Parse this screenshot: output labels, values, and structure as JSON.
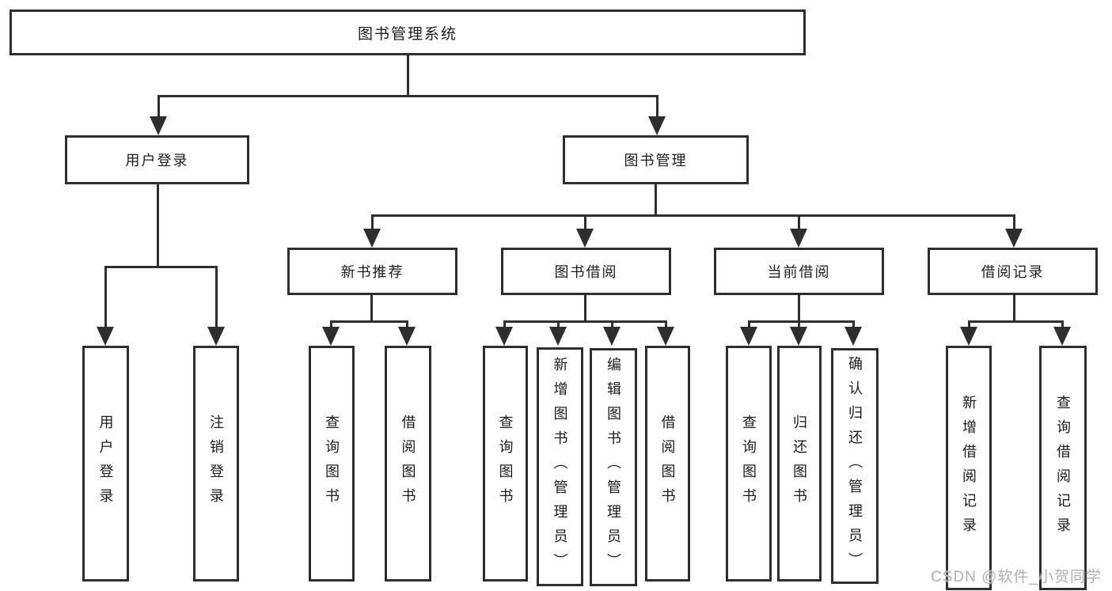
{
  "tree": {
    "root": {
      "label": "图书管理系统"
    },
    "branches": [
      {
        "label": "用户登录",
        "children": [
          {
            "label": "用户登录"
          },
          {
            "label": "注销登录"
          }
        ]
      },
      {
        "label": "图书管理",
        "children": [
          {
            "label": "新书推荐",
            "children": [
              {
                "label": "查询图书"
              },
              {
                "label": "借阅图书"
              }
            ]
          },
          {
            "label": "图书借阅",
            "children": [
              {
                "label": "查询图书"
              },
              {
                "label": "新增图书（管理员）"
              },
              {
                "label": "编辑图书（管理员）"
              },
              {
                "label": "借阅图书"
              }
            ]
          },
          {
            "label": "当前借阅",
            "children": [
              {
                "label": "查询图书"
              },
              {
                "label": "归还图书"
              },
              {
                "label": "确认归还（管理员）"
              }
            ]
          },
          {
            "label": "借阅记录",
            "children": [
              {
                "label": "新增借阅记录"
              },
              {
                "label": "查询借阅记录"
              }
            ]
          }
        ]
      }
    ]
  },
  "watermark": {
    "text": "CSDN @软件_小贺同学"
  },
  "colors": {
    "line": "#2e2e2e",
    "text": "#1c1c1c",
    "watermark": "#b0b0b0",
    "background": "#ffffff"
  }
}
